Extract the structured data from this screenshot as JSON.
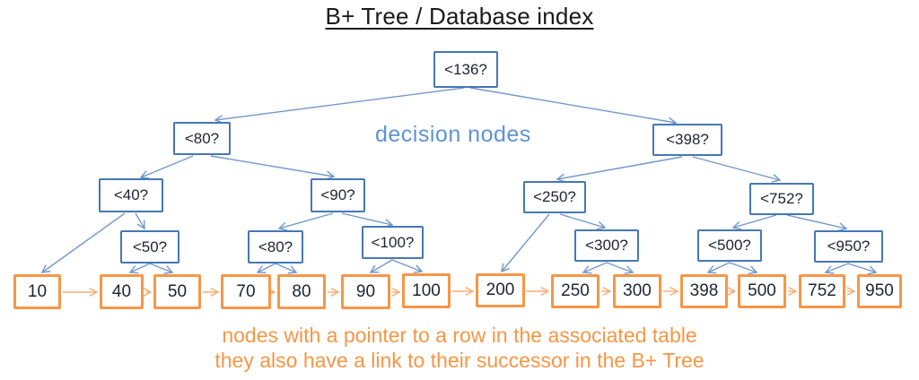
{
  "title": "B+ Tree / Database index",
  "annotations": {
    "decision_label": "decision nodes",
    "caption_line1": "nodes with a pointer to a row in the associated table",
    "caption_line2": "they also have a link to their successor in the B+ Tree"
  },
  "colors": {
    "decision_border": "#4577B6",
    "decision_label": "#5E93D1",
    "leaf_border": "#F79646",
    "blue_connector": "#7198CE",
    "orange_connector": "#F8AC72",
    "caption": "#F79646",
    "title_text": "#1A1A1A"
  },
  "tree": {
    "decision_nodes": [
      {
        "label": "<136?"
      },
      {
        "label": "<80?"
      },
      {
        "label": "<398?"
      },
      {
        "label": "<40?"
      },
      {
        "label": "<90?"
      },
      {
        "label": "<250?"
      },
      {
        "label": "<752?"
      },
      {
        "label": "<50?"
      },
      {
        "label": "<80?"
      },
      {
        "label": "<100?"
      },
      {
        "label": "<300?"
      },
      {
        "label": "<500?"
      },
      {
        "label": "<950?"
      }
    ],
    "leaf_nodes": [
      {
        "label": "10"
      },
      {
        "label": "40"
      },
      {
        "label": "50"
      },
      {
        "label": "70"
      },
      {
        "label": "80"
      },
      {
        "label": "90"
      },
      {
        "label": "100"
      },
      {
        "label": "200"
      },
      {
        "label": "250"
      },
      {
        "label": "300"
      },
      {
        "label": "398"
      },
      {
        "label": "500"
      },
      {
        "label": "752"
      },
      {
        "label": "950"
      }
    ]
  }
}
